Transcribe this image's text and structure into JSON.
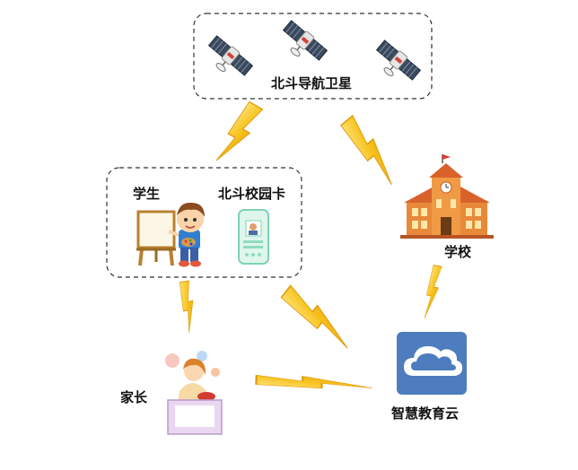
{
  "nodes": {
    "satellite": {
      "label": "北斗导航卫星"
    },
    "student": {
      "label": "学生"
    },
    "campus_card": {
      "label": "北斗校园卡"
    },
    "school": {
      "label": "学校"
    },
    "parent": {
      "label": "家长"
    },
    "cloud": {
      "label": "智慧教育云"
    }
  },
  "colors": {
    "bolt_fill": "#f6c21c",
    "bolt_stroke": "#e09a0a",
    "group_border": "#333333",
    "cloud_tile": "#4d7dbf",
    "school_wall": "#e8893a",
    "school_roof": "#d9622b",
    "satellite_panel": "#3b4a5e"
  },
  "icons": [
    "satellite-icon",
    "easel-icon",
    "student-icon",
    "card-icon",
    "school-icon",
    "parent-icon",
    "cloud-icon",
    "lightning-icon"
  ]
}
